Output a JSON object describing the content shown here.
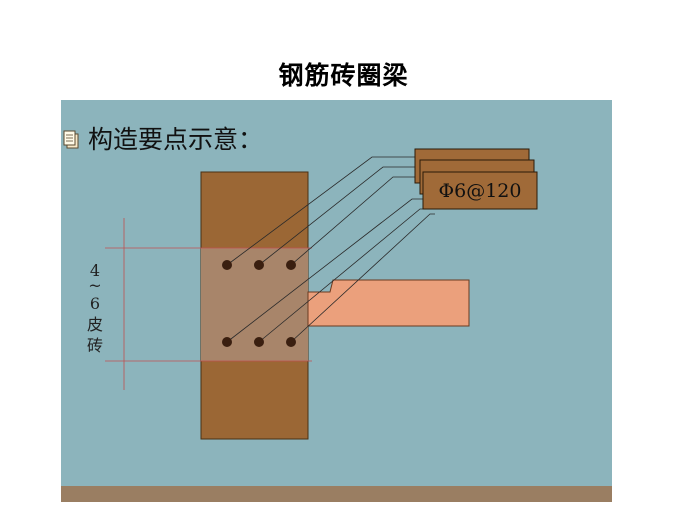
{
  "title": "钢筋砖圈梁",
  "slide": {
    "heading": "构造要点示意：",
    "callout_label": "Φ6@120",
    "vertical_label": [
      "4",
      "~",
      "6",
      "皮",
      "砖"
    ]
  },
  "colors": {
    "slide_bg": "#8cb4bc",
    "wall": "#9b6735",
    "ring_beam": "#a8856a",
    "slab": "#eba07c",
    "callout": "#a06a38",
    "rebar": "#3a1f10",
    "guide_line": "#c05050",
    "bottom_bar": "#9a7e62"
  },
  "icons": {
    "bullet": "slide-bullet-icon"
  }
}
